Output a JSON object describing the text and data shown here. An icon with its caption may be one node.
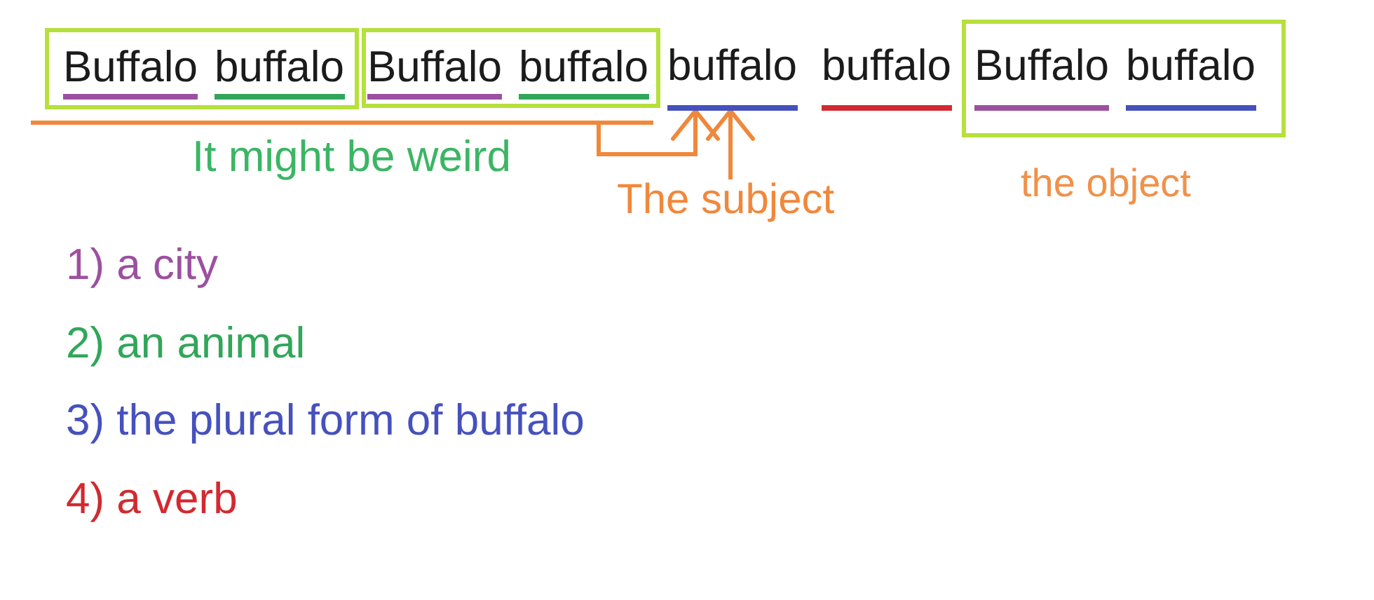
{
  "diagram": {
    "nodes": [
      {
        "text": [
          "Buffalo",
          "buffalo"
        ]
      },
      {
        "text": [
          "Buffalo",
          "buffalo"
        ]
      },
      {
        "text": [
          "buffalo"
        ]
      },
      {
        "text": [
          "buffalo"
        ]
      },
      {
        "text": [
          "Buffalo",
          "buffalo"
        ],
        "beside": [
          "the object"
        ]
      },
      {
        "text": [],
        "shape": "bar",
        "beside": [
          "It might be weird"
        ]
      },
      {
        "text": [
          "The subject"
        ]
      }
    ],
    "edges": [
      {
        "from": 5,
        "to": 2,
        "arrow": "to"
      },
      {
        "from": 6,
        "to": 2,
        "arrow": "to"
      }
    ],
    "legend": [
      {
        "text": "1) a city",
        "color": "#9c50a0"
      },
      {
        "text": "2) an animal",
        "color": "#31a65a"
      },
      {
        "text": "3) the plural form of buffalo",
        "color": "#4651bd"
      },
      {
        "text": "4) a verb",
        "color": "#d12a30"
      }
    ]
  }
}
